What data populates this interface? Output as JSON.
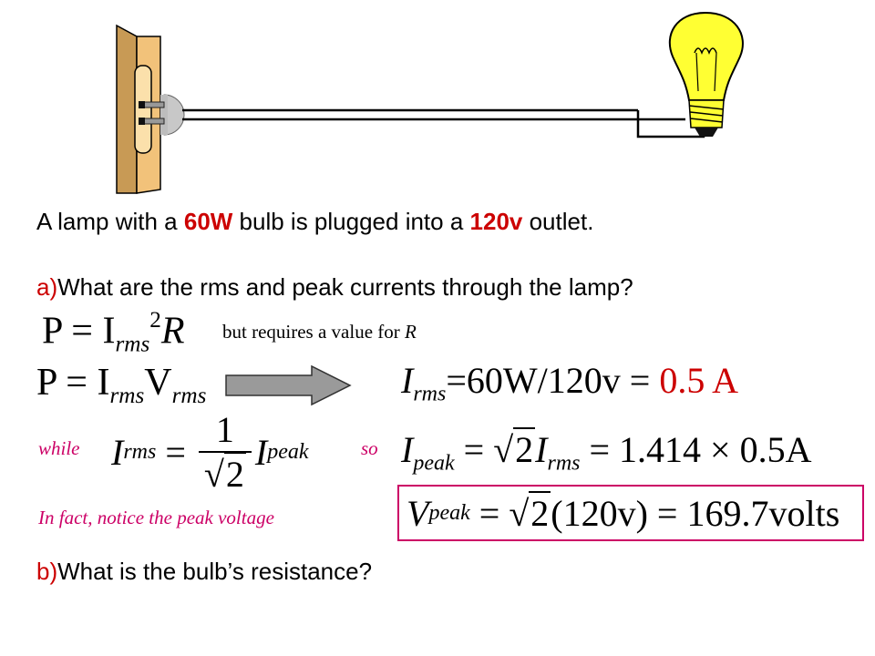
{
  "intro": {
    "pre": "A lamp with a ",
    "power": "60W",
    "mid": " bulb is plugged into a ",
    "voltage": "120v",
    "post": " outlet."
  },
  "question_a": {
    "marker": "a)",
    "text": "What are the rms and peak currents through the lamp?"
  },
  "note_r": {
    "text": "but requires a value for ",
    "var": "R"
  },
  "eq1": {
    "lhs": "P = I",
    "sub": "rms",
    "sup": "2",
    "rhs": "R"
  },
  "eq2": {
    "lhs": "P = I",
    "sub1": "rms",
    "mid": "V",
    "sub2": "rms"
  },
  "result": {
    "var": "I",
    "sub": "rms",
    "expr": "=60W/120v = ",
    "value": "0.5 A"
  },
  "while_label": "while",
  "eq3": {
    "lhs": "I",
    "sub": "rms",
    "eq": " = ",
    "num": "1",
    "den": "2",
    "rhs": "I",
    "rhs_sub": "peak"
  },
  "so_label": "so",
  "eq4": {
    "lhs": "I",
    "sub": "peak",
    "eq": " = ",
    "mid": "2",
    "var": "I",
    "var_sub": "rms",
    "rhs": " = 1.414 × 0.5A"
  },
  "fact_label": "In fact, notice the peak voltage",
  "eq5": {
    "lhs": "V",
    "sub": "peak",
    "eq": " = ",
    "mid": "2",
    "arg": "(120v)",
    "rhs": " = 169.7volts"
  },
  "question_b": {
    "marker": "b)",
    "text": "What is the bulb’s resistance?"
  },
  "colors": {
    "highlight": "#cc0000",
    "annotation": "#cc0066",
    "outlet": "#f2c27a",
    "bulb": "#ffff33"
  },
  "icons": [
    "outlet-plate-icon",
    "plug-icon",
    "light-bulb-icon",
    "arrow-right-icon"
  ]
}
